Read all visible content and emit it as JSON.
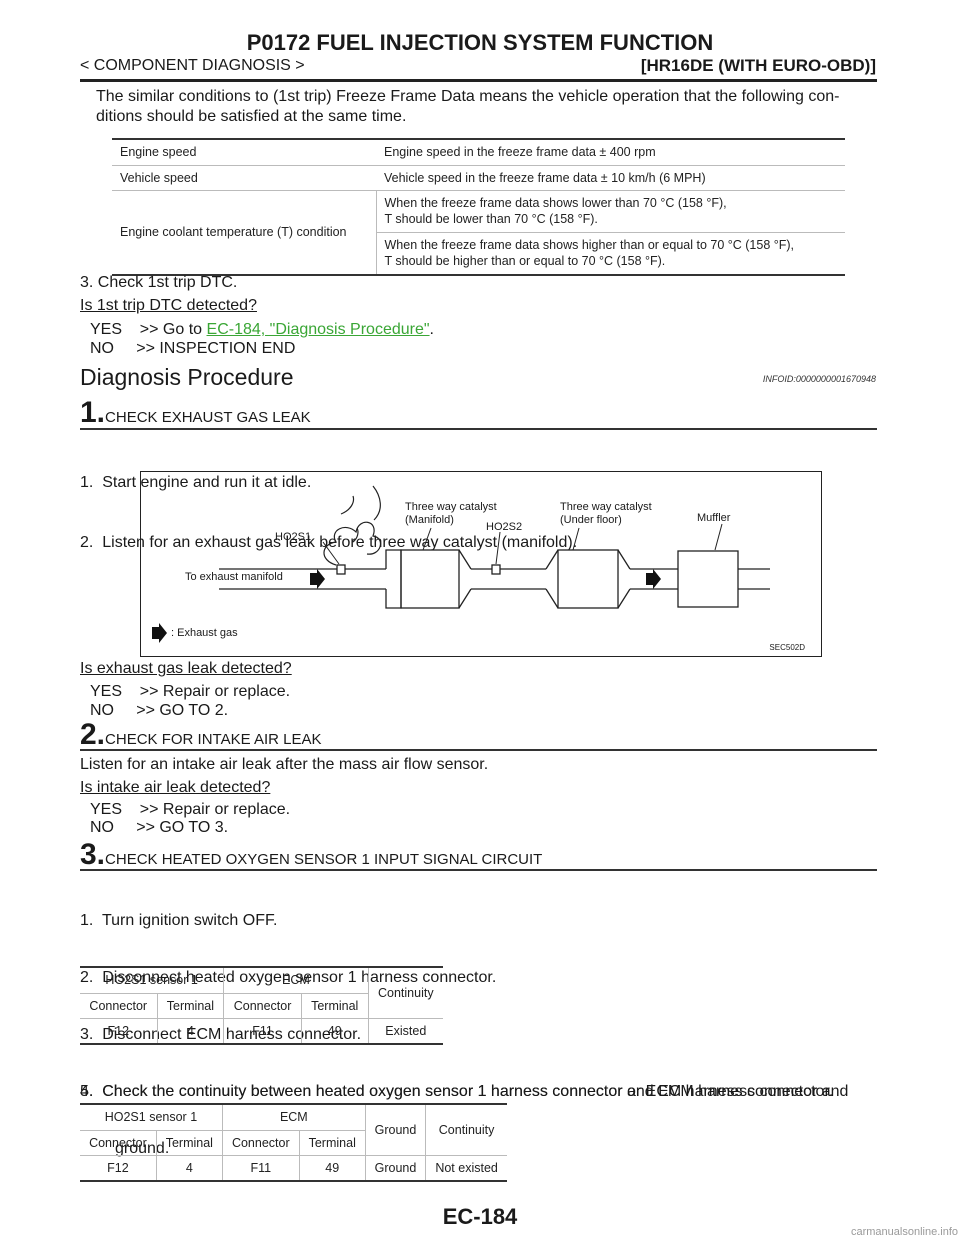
{
  "header": {
    "title": "P0172 FUEL INJECTION SYSTEM FUNCTION",
    "breadcrumb": "< COMPONENT DIAGNOSIS >",
    "model": "[HR16DE (WITH EURO-OBD)]"
  },
  "intro": {
    "line1": "The similar conditions to (1st trip) Freeze Frame Data means the vehicle operation that the following con-",
    "line2": "ditions should be satisfied at the same time."
  },
  "conditions_table": {
    "r1": [
      "Engine speed",
      "Engine speed in the freeze frame data ± 400 rpm"
    ],
    "r2": [
      "Vehicle speed",
      "Vehicle speed in the freeze frame data ± 10 km/h (6 MPH)"
    ],
    "r3_label": "Engine coolant temperature (T) condition",
    "r3a_l1": "When the freeze frame data shows lower than 70 °C (158 °F),",
    "r3a_l2": "T should be lower than 70 °C (158 °F).",
    "r3b_l1": "When the freeze frame data shows higher than or equal to 70 °C (158 °F),",
    "r3b_l2": "T should be higher than or equal to 70 °C (158 °F)."
  },
  "check1": {
    "step": "3. Check 1st trip DTC.",
    "question": "Is 1st trip DTC detected?",
    "yes_prefix": "YES    >> Go to ",
    "yes_link": "EC-184, \"Diagnosis Procedure\"",
    "yes_suffix": ".",
    "no": "NO     >> INSPECTION END"
  },
  "diag": {
    "heading": "Diagnosis Procedure",
    "infoid": "INFOID:0000000001670948"
  },
  "step1": {
    "num": "1.",
    "title": "CHECK EXHAUST GAS LEAK",
    "i1": "1.  Start engine and run it at idle.",
    "i2": "2.  Listen for an exhaust gas leak before three way catalyst (manifold).",
    "question": "Is exhaust gas leak detected?",
    "yes": "YES    >> Repair or replace.",
    "no": "NO     >> GO TO 2."
  },
  "diagram": {
    "ho2s1": "HO2S1",
    "ho2s2": "HO2S2",
    "twc_m1": "Three way catalyst",
    "twc_m2": "(Manifold)",
    "twc_u1": "Three way catalyst",
    "twc_u2": "(Under floor)",
    "muffler": "Muffler",
    "to_manifold": "To exhaust manifold",
    "legend": ": Exhaust gas",
    "code": "SEC502D"
  },
  "step2": {
    "num": "2.",
    "title": "CHECK FOR INTAKE AIR LEAK",
    "text": "Listen for an intake air leak after the mass air flow sensor.",
    "question": "Is intake air leak detected?",
    "yes": "YES    >> Repair or replace.",
    "no": "NO     >> GO TO 3."
  },
  "step3": {
    "num": "3.",
    "title": "CHECK HEATED OXYGEN SENSOR 1 INPUT SIGNAL CIRCUIT",
    "i1": "1.  Turn ignition switch OFF.",
    "i2": "2.  Disconnect heated oxygen sensor 1 harness connector.",
    "i3": "3.  Disconnect ECM harness connector.",
    "i4": "4.  Check the continuity between heated oxygen sensor 1 harness connector and ECM harness connector.",
    "i5_l1": "5.  Check the continuity between heated oxygen sensor 1 harness connector or ECM harness connector and",
    "i5_l2": "ground."
  },
  "table2": {
    "h_sensor": "HO2S1 sensor 1",
    "h_ecm": "ECM",
    "h_cont": "Continuity",
    "connector": "Connector",
    "terminal": "Terminal",
    "row": [
      "F12",
      "4",
      "F11",
      "49",
      "Existed"
    ]
  },
  "table3": {
    "h_sensor": "HO2S1 sensor 1",
    "h_ecm": "ECM",
    "h_ground": "Ground",
    "h_cont": "Continuity",
    "connector": "Connector",
    "terminal": "Terminal",
    "row": [
      "F12",
      "4",
      "F11",
      "49",
      "Ground",
      "Not existed"
    ]
  },
  "footer": {
    "page": "EC-184",
    "watermark": "carmanualsonline.info"
  }
}
